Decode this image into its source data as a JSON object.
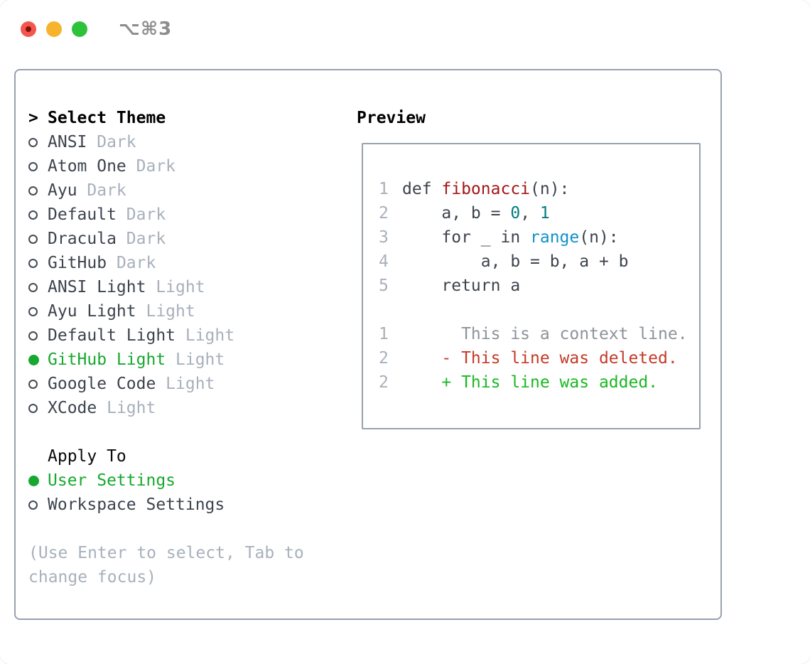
{
  "window": {
    "title": "⌥⌘3",
    "controls": [
      {
        "name": "close",
        "color": "#f4564e"
      },
      {
        "name": "minimize",
        "color": "#f7b32b"
      },
      {
        "name": "zoom",
        "color": "#2ec23c"
      }
    ]
  },
  "theme_picker": {
    "prompt": ">",
    "title": "Select Theme",
    "items": [
      {
        "name": "ANSI",
        "variant": "Dark",
        "selected": false
      },
      {
        "name": "Atom One",
        "variant": "Dark",
        "selected": false
      },
      {
        "name": "Ayu",
        "variant": "Dark",
        "selected": false
      },
      {
        "name": "Default",
        "variant": "Dark",
        "selected": false
      },
      {
        "name": "Dracula",
        "variant": "Dark",
        "selected": false
      },
      {
        "name": "GitHub",
        "variant": "Dark",
        "selected": false
      },
      {
        "name": "ANSI Light",
        "variant": "Light",
        "selected": false
      },
      {
        "name": "Ayu Light",
        "variant": "Light",
        "selected": false
      },
      {
        "name": "Default Light",
        "variant": "Light",
        "selected": false
      },
      {
        "name": "GitHub Light",
        "variant": "Light",
        "selected": true
      },
      {
        "name": "Google Code",
        "variant": "Light",
        "selected": false
      },
      {
        "name": "XCode",
        "variant": "Light",
        "selected": false
      }
    ],
    "apply_to": {
      "title": "Apply To",
      "options": [
        {
          "label": "User Settings",
          "selected": true
        },
        {
          "label": "Workspace Settings",
          "selected": false
        }
      ]
    },
    "hint": "(Use Enter to select, Tab to change focus)"
  },
  "preview": {
    "title": "Preview",
    "code_lines": [
      {
        "num": "1",
        "segments": [
          {
            "text": "def ",
            "style": "keyword"
          },
          {
            "text": "fibonacci",
            "style": "title"
          },
          {
            "text": "(n):",
            "style": "plain"
          }
        ]
      },
      {
        "num": "2",
        "segments": [
          {
            "text": "    a, b = ",
            "style": "plain"
          },
          {
            "text": "0",
            "style": "number"
          },
          {
            "text": ", ",
            "style": "plain"
          },
          {
            "text": "1",
            "style": "number"
          }
        ]
      },
      {
        "num": "3",
        "segments": [
          {
            "text": "    for _ in ",
            "style": "plain"
          },
          {
            "text": "range",
            "style": "builtin"
          },
          {
            "text": "(n):",
            "style": "plain"
          }
        ]
      },
      {
        "num": "4",
        "segments": [
          {
            "text": "        a, b = b, a + b",
            "style": "plain"
          }
        ]
      },
      {
        "num": "5",
        "segments": [
          {
            "text": "    return a",
            "style": "plain"
          }
        ]
      },
      {
        "num": "",
        "segments": []
      },
      {
        "num": "1",
        "segments": [
          {
            "text": "      This is a context line.",
            "style": "context"
          }
        ]
      },
      {
        "num": "2",
        "segments": [
          {
            "text": "    - This line was deleted.",
            "style": "deleted"
          }
        ]
      },
      {
        "num": "2",
        "segments": [
          {
            "text": "    + This line was added.",
            "style": "added"
          }
        ]
      }
    ]
  },
  "colors": {
    "selected_green": "#17a82f",
    "muted_gray": "#a8b0bb",
    "text_dark": "#3d434d",
    "border_gray": "#97a1ad",
    "code_title_red": "#a31717",
    "code_number_teal": "#007d80",
    "code_builtin_blue": "#1191c9",
    "diff_deleted_red": "#c43a27",
    "diff_added_green": "#1bb723",
    "titlebar_text_gray": "#8d8d8d"
  }
}
